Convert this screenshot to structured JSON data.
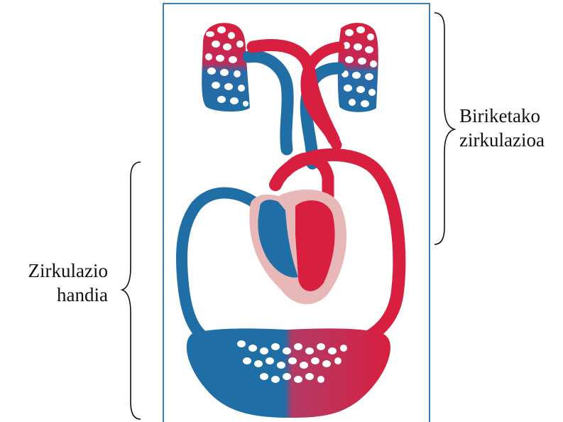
{
  "labels": {
    "pulmonary": [
      "Biriketako",
      "zirkulazioa"
    ],
    "systemic": [
      "Zirkulazio",
      "handia"
    ]
  },
  "colors": {
    "oxygenated": "#d81f3f",
    "deoxygenated": "#1f6ea6",
    "heart_outline": "#e8b7b7",
    "frame_border": "#3a7fb5"
  }
}
